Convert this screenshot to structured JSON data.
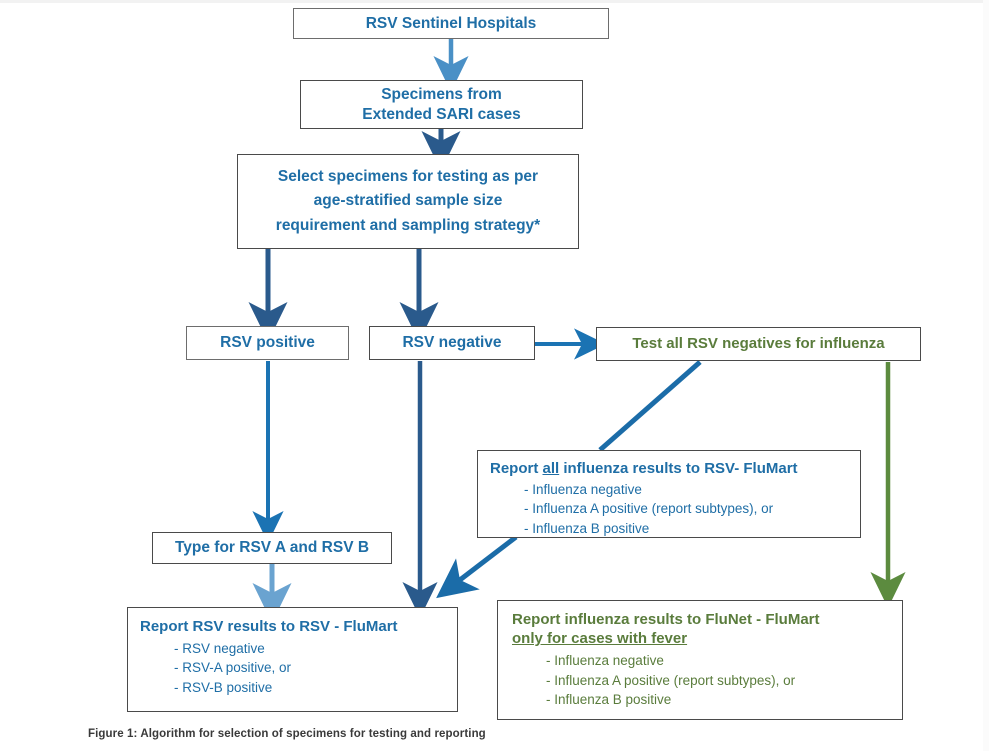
{
  "figure": {
    "caption": "Figure 1: Algorithm for selection of specimens for testing and reporting"
  },
  "colors": {
    "blue_text": "#1f6ea6",
    "green_text": "#5a7c3c",
    "arrow_light_blue": "#4a90c6",
    "arrow_navy": "#2a5a8c",
    "arrow_bright_blue": "#1b73b3",
    "arrow_green": "#5c8b3f",
    "box_border": "#6d6d6d",
    "page_background": "#ffffff"
  },
  "nodes": {
    "sentinel_hospitals": {
      "label": "RSV Sentinel Hospitals"
    },
    "specimens": {
      "line1": "Specimens from",
      "line2": "Extended SARI cases"
    },
    "select_specimens": {
      "line1": "Select specimens for testing as per",
      "line2": "age-stratified sample size",
      "line3": "requirement and sampling strategy*"
    },
    "rsv_positive": {
      "label": "RSV positive"
    },
    "rsv_negative": {
      "label": "RSV negative"
    },
    "test_influenza": {
      "label": "Test all RSV negatives for influenza"
    },
    "report_all_influenza": {
      "heading_pre": "Report ",
      "heading_underlined": "all",
      "heading_post": " influenza results to RSV- FluMart",
      "bullets": [
        "- Influenza negative",
        "- Influenza A positive (report subtypes), or",
        "- Influenza B positive"
      ]
    },
    "type_rsv": {
      "label": "Type for RSV A and RSV B"
    },
    "report_rsv": {
      "heading": "Report RSV results to RSV - FluMart",
      "bullets": [
        "- RSV negative",
        "- RSV-A positive, or",
        "- RSV-B positive"
      ]
    },
    "report_influenza_flunet": {
      "heading_line1": "Report influenza results to FluNet - FluMart",
      "heading_line2_underlined": "only for cases with fever",
      "bullets": [
        "- Influenza negative",
        "- Influenza A positive (report subtypes), or",
        "- Influenza B positive"
      ]
    }
  },
  "edges": [
    {
      "name": "hospitals-to-specimens",
      "from": "sentinel_hospitals",
      "to": "specimens",
      "color": "#4a90c6"
    },
    {
      "name": "specimens-to-select",
      "from": "specimens",
      "to": "select_specimens",
      "color": "#2a5a8c"
    },
    {
      "name": "select-to-rsv-positive",
      "from": "select_specimens",
      "to": "rsv_positive",
      "color": "#2a5a8c"
    },
    {
      "name": "select-to-rsv-negative",
      "from": "select_specimens",
      "to": "rsv_negative",
      "color": "#2a5a8c"
    },
    {
      "name": "rsv-negative-to-test-influenza",
      "from": "rsv_negative",
      "to": "test_influenza",
      "color": "#1b73b3"
    },
    {
      "name": "rsv-positive-to-type-rsv",
      "from": "rsv_positive",
      "to": "type_rsv",
      "color": "#1b73b3"
    },
    {
      "name": "type-rsv-to-report-rsv",
      "from": "type_rsv",
      "to": "report_rsv",
      "color": "#6aa3d0"
    },
    {
      "name": "rsv-negative-to-report-rsv",
      "from": "rsv_negative",
      "to": "report_rsv",
      "color": "#2a5a8c"
    },
    {
      "name": "test-influenza-to-report-all",
      "from": "test_influenza",
      "to": "report_all_influenza",
      "color": "#1b6ca8"
    },
    {
      "name": "report-all-to-report-rsv",
      "from": "report_all_influenza",
      "to": "report_rsv",
      "color": "#1b6ca8"
    },
    {
      "name": "test-influenza-to-report-flunet",
      "from": "test_influenza",
      "to": "report_influenza_flunet",
      "color": "#5c8b3f"
    }
  ]
}
